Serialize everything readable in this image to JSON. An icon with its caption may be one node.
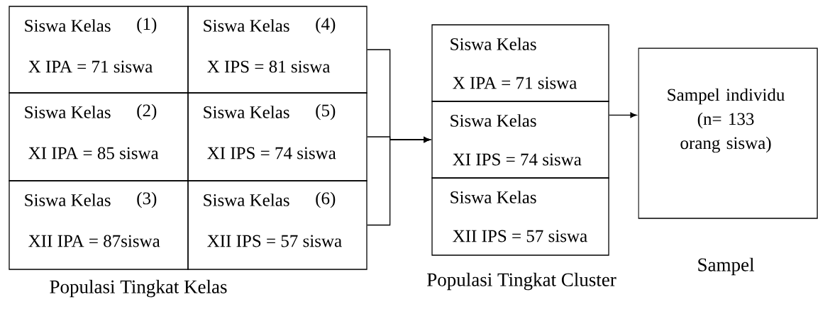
{
  "diagram": {
    "nodes": [
      {
        "text": [
          "Siswa Kelas",
          "(1)",
          "X IPA = 71 siswa"
        ]
      },
      {
        "text": [
          "Siswa Kelas",
          "(2)",
          "XI IPA = 85 siswa"
        ]
      },
      {
        "text": [
          "Siswa Kelas",
          "(3)",
          "XII IPA = 87siswa"
        ]
      },
      {
        "text": [
          "Siswa Kelas",
          "(4)",
          "X IPS = 81 siswa"
        ]
      },
      {
        "text": [
          "Siswa Kelas",
          "(5)",
          "XI IPS = 74 siswa"
        ]
      },
      {
        "text": [
          "Siswa Kelas",
          "(6)",
          "XII IPS = 57 siswa"
        ]
      },
      {
        "text": [
          "Siswa Kelas",
          "X IPA = 71 siswa"
        ]
      },
      {
        "text": [
          "Siswa Kelas",
          "XI IPS = 74 siswa"
        ]
      },
      {
        "text": [
          "Siswa Kelas",
          "XII IPS = 57 siswa"
        ]
      },
      {
        "text": [
          "Sampel individu (n= 133 orang siswa)"
        ],
        "beside": [
          "Sampel"
        ]
      }
    ],
    "edges": [
      {
        "from": 3,
        "to": 7,
        "arrow": "to"
      },
      {
        "from": 4,
        "to": 7,
        "arrow": "to"
      },
      {
        "from": 5,
        "to": 7,
        "arrow": "to"
      },
      {
        "from": 7,
        "to": 9,
        "arrow": "to"
      }
    ],
    "labels": [
      "Populasi Tingkat Kelas",
      "Populasi Tingkat Cluster"
    ]
  }
}
